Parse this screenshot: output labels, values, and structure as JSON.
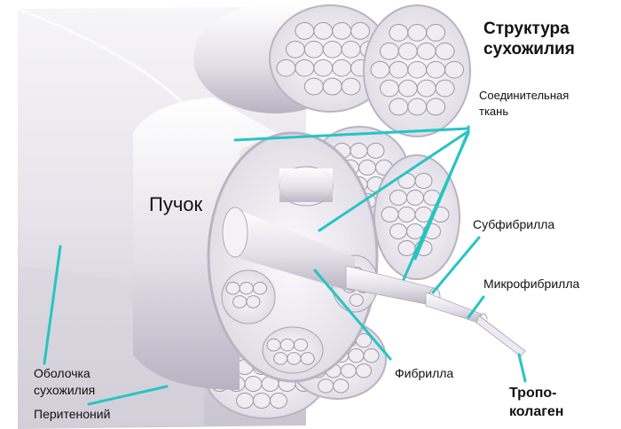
{
  "title": {
    "line1": "Структура",
    "line2": "сухожилия"
  },
  "labels": {
    "connective_tissue_line1": "Соединительная",
    "connective_tissue_line2": "ткань",
    "bundle": "Пучок",
    "subfibril": "Субфибрилла",
    "microfibril": "Микрофибрилла",
    "fibril": "Фибрилла",
    "tropocollagen_line1": "Тропо-",
    "tropocollagen_line2": "колаген",
    "sheath_line1": "Оболочка",
    "sheath_line2": "сухожилия",
    "peritenon": "Перитеноний"
  },
  "colors": {
    "pointer": "#27c4c4",
    "tissue": "#e7e4ec",
    "shadow": "#b9b4c3",
    "cell_fill": "#efedf2",
    "cell_line": "#9c97a6"
  }
}
